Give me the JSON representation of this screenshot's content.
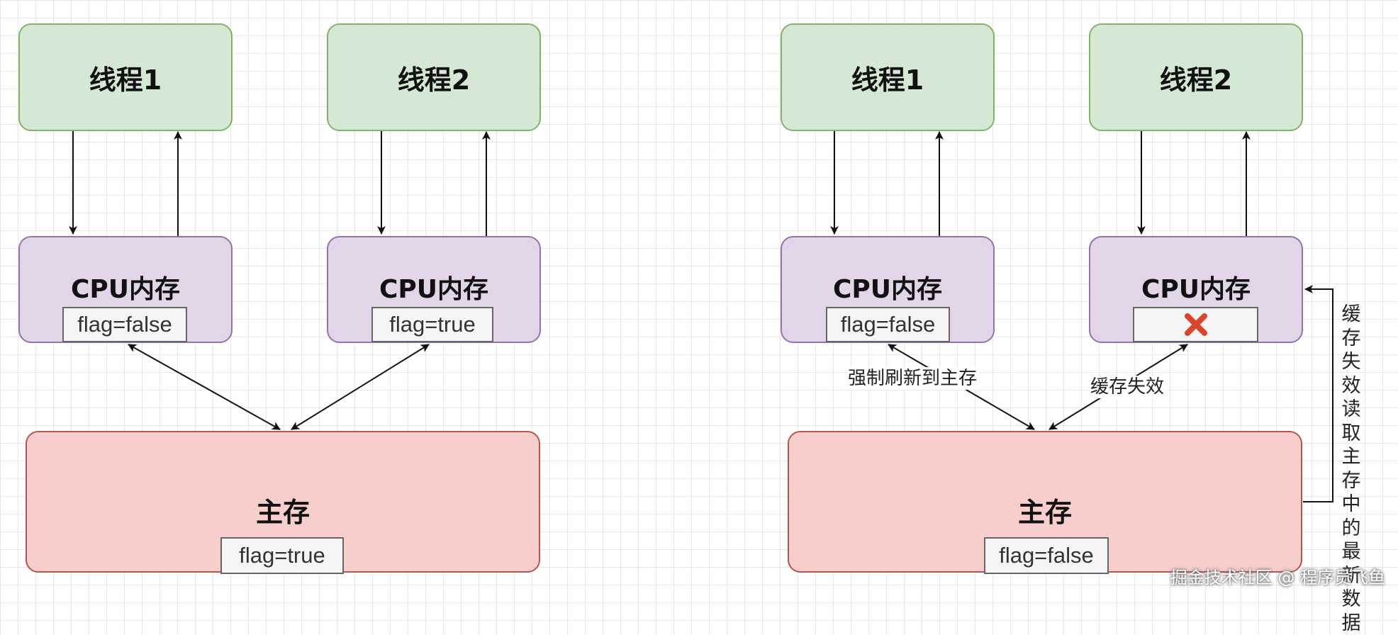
{
  "left": {
    "thread1": {
      "label": "线程1"
    },
    "thread2": {
      "label": "线程2"
    },
    "cpu1": {
      "label": "CPU内存",
      "flag": "flag=false"
    },
    "cpu2": {
      "label": "CPU内存",
      "flag": "flag=true"
    },
    "main_memory": {
      "label": "主存",
      "flag": "flag=true"
    }
  },
  "right": {
    "thread1": {
      "label": "线程1"
    },
    "thread2": {
      "label": "线程2"
    },
    "cpu1": {
      "label": "CPU内存",
      "flag": "flag=false"
    },
    "cpu2": {
      "label": "CPU内存",
      "invalid_icon": "red-x-icon"
    },
    "main_memory": {
      "label": "主存",
      "flag": "flag=false"
    },
    "edge_labels": {
      "force_flush": "强制刷新到主存",
      "cache_invalidate": "缓存失效",
      "reread": "缓存失效读取主存中的最新数据"
    }
  },
  "watermark": "掘金技术社区 @ 程序员飞鱼",
  "colors": {
    "thread_fill": "#d5e8d4",
    "thread_stroke": "#82b366",
    "cpu_fill": "#e1d5e7",
    "cpu_stroke": "#9673a6",
    "memory_fill": "#f8cecc",
    "memory_stroke": "#b85450",
    "invalid_mark": "#d9442a"
  }
}
